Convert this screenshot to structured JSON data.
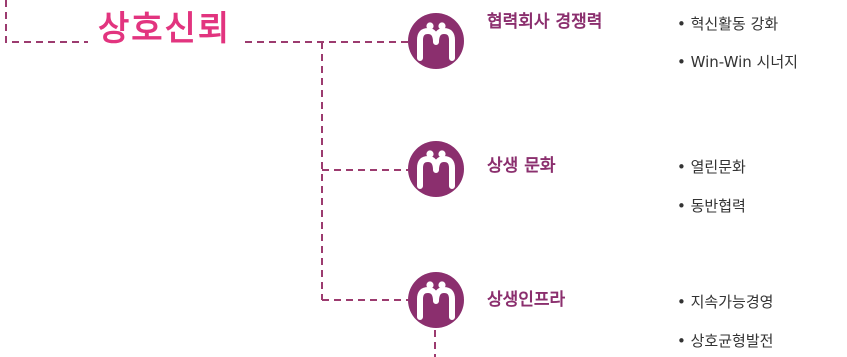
{
  "root": {
    "label": "상호신뢰"
  },
  "colors": {
    "accent_pink": "#e2347f",
    "accent_purple": "#8b2f6e",
    "connector": "#9c3b6f"
  },
  "nodes": [
    {
      "icon": "two-people-icon",
      "title": "협력회사 경쟁력",
      "bullets": [
        "혁신활동 강화",
        "Win-Win 시너지"
      ]
    },
    {
      "icon": "two-people-icon",
      "title": "상생 문화",
      "bullets": [
        "열린문화",
        "동반협력"
      ]
    },
    {
      "icon": "two-people-icon",
      "title": "상생인프라",
      "bullets": [
        "지속가능경영",
        "상호균형발전"
      ]
    }
  ]
}
